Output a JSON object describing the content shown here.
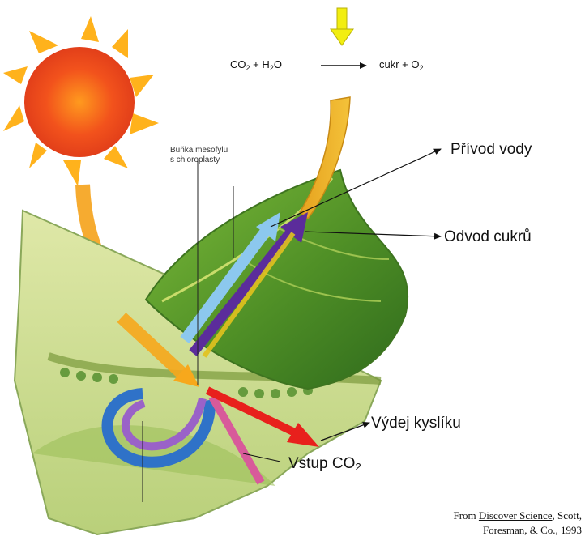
{
  "equation": {
    "reactants_co": "CO",
    "reactants_sub": "2",
    "reactants_rest": " + H",
    "reactants_sub2": "2",
    "reactants_end": "O",
    "products_start": "cukr + O",
    "products_sub": "2"
  },
  "labels": {
    "cell": "Buňka mesofylu",
    "cell_sub": "s chloroplasty",
    "water_in": "Přívod vody",
    "sugar_out": "Odvod cukrů",
    "oxygen_out": "Výdej kyslíku",
    "co2_in_text": "Vstup CO",
    "co2_in_sub": "2"
  },
  "credit": {
    "prefix": "From ",
    "title": "Discover Science",
    "rest1": ", Scott,",
    "line2": "Foresman, & Co., 1993"
  },
  "colors": {
    "sun_core": "#f25a1a",
    "sun_rays": "#ffb21c",
    "leaf": "#5f9a2c",
    "water_arrow": "#8cc8ee",
    "sugar_arrow": "#5b2c9b",
    "oxygen_arrow": "#e8201c",
    "co2_arrow": "#d85a9a",
    "indicator_arrow": "#f2ee10"
  }
}
